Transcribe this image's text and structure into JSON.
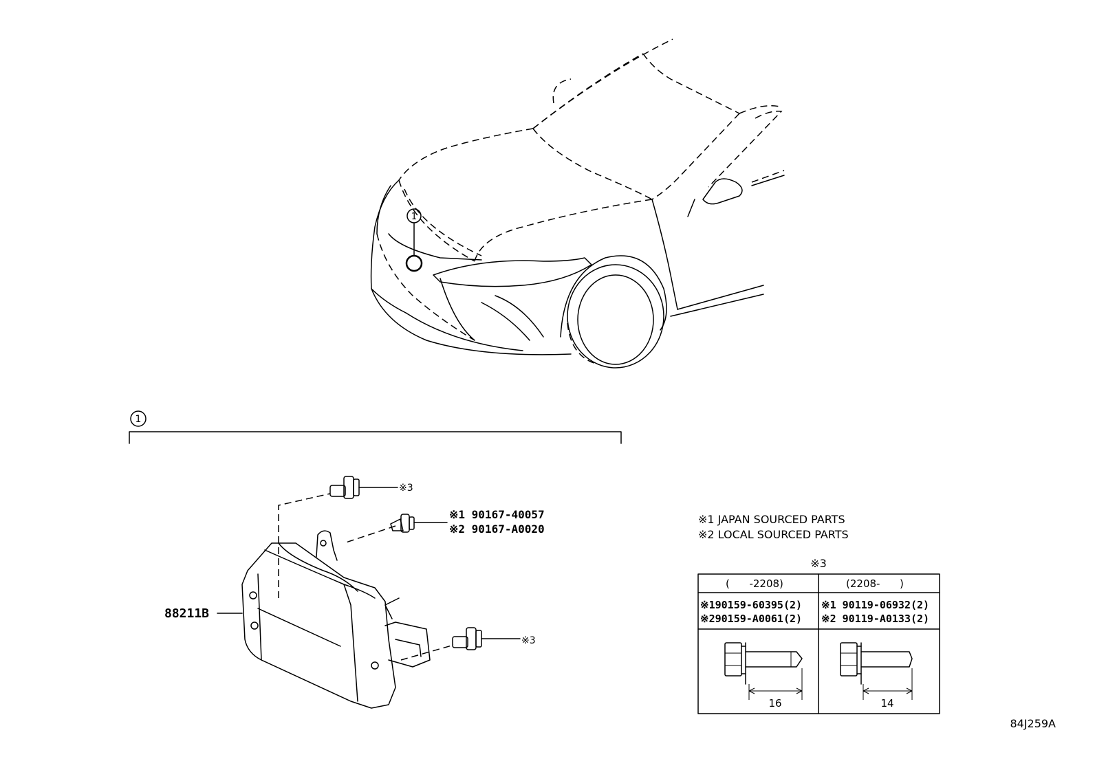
{
  "callout": {
    "number": "1"
  },
  "parts": {
    "sensor_part_no": "88211B",
    "bolt_ref_top": "※3",
    "bolt_ref_bottom": "※3",
    "screw_japan": "※1  90167-40057",
    "screw_local": "※2  90167-A0020"
  },
  "legend": {
    "line1": "※1 JAPAN SOURCED PARTS",
    "line2": "※2 LOCAL SOURCED PARTS"
  },
  "bolt_table": {
    "title": "※3",
    "columns": [
      {
        "range": "(      -2208)",
        "japan": "※190159-60395(2)",
        "local": "※290159-A0061(2)",
        "length": "16"
      },
      {
        "range": "(2208-      )",
        "japan": "※1 90119-06932(2)",
        "local": "※2 90119-A0133(2)",
        "length": "14"
      }
    ]
  },
  "figure_code": "84J259A"
}
